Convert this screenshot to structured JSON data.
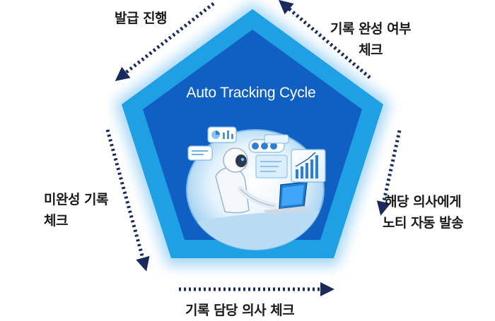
{
  "diagram": {
    "title": "Auto Tracking Cycle",
    "steps": {
      "issue": "발급 진행",
      "check_complete": [
        "기록 완성 여부",
        "체크"
      ],
      "notify": [
        "해당 의사에게",
        "노티 자동 발송"
      ],
      "check_doctor": "기록 담당 의사 체크",
      "check_incomplete": [
        "미완성 기록",
        "체크"
      ]
    }
  },
  "colors": {
    "glow": "#bfe4f9",
    "outer_pentagon": "#1f9fe4",
    "inner_pentagon": "#1060c4",
    "arrow": "#1b2a5c",
    "label_text": "#1a1a1a"
  },
  "icons": [
    "robot-icon",
    "laptop-icon",
    "chat-bubble-icon",
    "bar-chart-icon",
    "pie-chart-icon",
    "coin-icon"
  ]
}
